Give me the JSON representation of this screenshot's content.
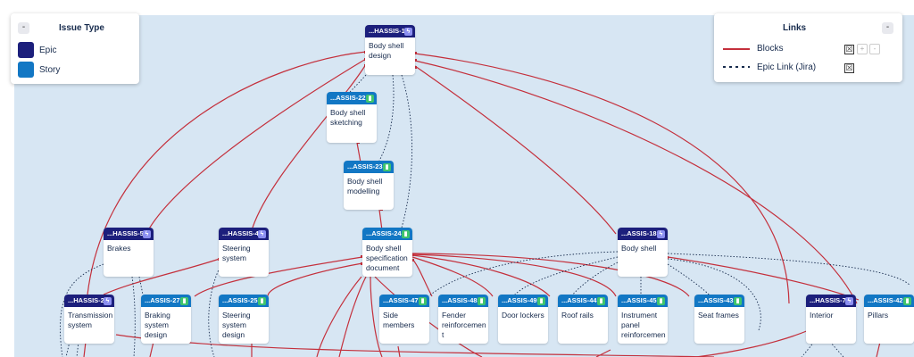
{
  "issue_type_panel": {
    "collapse_label": "-",
    "title": "Issue Type",
    "items": [
      {
        "label": "Epic",
        "color": "#1c1f7c"
      },
      {
        "label": "Story",
        "color": "#1277c4"
      }
    ]
  },
  "links_panel": {
    "collapse_label": "-",
    "title": "Links",
    "items": [
      {
        "label": "Blocks",
        "style": "solid",
        "color": "#c4303c",
        "checked": true
      },
      {
        "label": "Epic Link (Jira)",
        "style": "dotted",
        "color": "#172b4d",
        "checked": true
      }
    ],
    "plus_label": "+",
    "minus_label": "-"
  },
  "nodes": [
    {
      "key": "...HASSIS-1",
      "type": "epic",
      "title": "Body shell design"
    },
    {
      "key": "...ASSIS-22",
      "type": "story",
      "title": "Body shell sketching"
    },
    {
      "key": "...ASSIS-23",
      "type": "story",
      "title": "Body shell modelling"
    },
    {
      "key": "...HASSIS-5",
      "type": "epic",
      "title": "Brakes"
    },
    {
      "key": "...HASSIS-4",
      "type": "epic",
      "title": "Steering system"
    },
    {
      "key": "...ASSIS-24",
      "type": "story",
      "title": "Body shell specification document"
    },
    {
      "key": "...ASSIS-18",
      "type": "epic",
      "title": "Body shell"
    },
    {
      "key": "...HASSIS-2",
      "type": "epic",
      "title": "Transmission system"
    },
    {
      "key": "...ASSIS-27",
      "type": "story",
      "title": "Braking system design"
    },
    {
      "key": "...ASSIS-25",
      "type": "story",
      "title": "Steering system design"
    },
    {
      "key": "...ASSIS-47",
      "type": "story",
      "title": "Side members"
    },
    {
      "key": "...ASSIS-48",
      "type": "story",
      "title": "Fender reinforcemen t"
    },
    {
      "key": "...ASSIS-49",
      "type": "story",
      "title": "Door lockers"
    },
    {
      "key": "...ASSIS-44",
      "type": "story",
      "title": "Roof rails"
    },
    {
      "key": "...ASSIS-45",
      "type": "story",
      "title": "Instrument panel reinforcemen"
    },
    {
      "key": "...ASSIS-43",
      "type": "story",
      "title": "Seat frames"
    },
    {
      "key": "...HASSIS-7",
      "type": "epic",
      "title": "Interior"
    },
    {
      "key": "...ASSIS-42",
      "type": "story",
      "title": "Pillars"
    }
  ]
}
